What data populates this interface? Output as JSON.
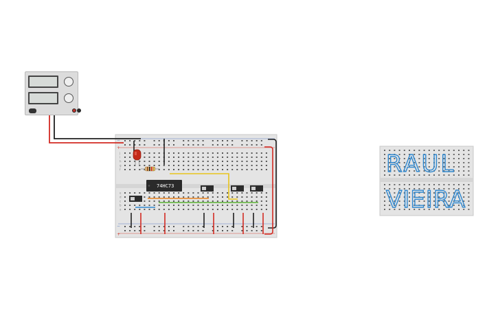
{
  "power_supply": {
    "name": "DC power supply",
    "knobs": [
      "voltage-knob",
      "current-knob"
    ],
    "terminals": [
      "positive-terminal",
      "negative-terminal"
    ],
    "colors": {
      "positive": "#c0322b",
      "negative": "#222222"
    }
  },
  "breadboard": {
    "chip_label": "74HC73",
    "row_letters_top": [
      "f",
      "g",
      "h",
      "i",
      "j"
    ],
    "row_letters_bottom": [
      "a",
      "b",
      "c",
      "d",
      "e"
    ],
    "rail_plus": "+",
    "rail_minus": "−",
    "led_color": "#c42a1a",
    "wire_colors": {
      "red": "#d22a22",
      "black": "#1e1e1e",
      "yellow": "#e8c31b",
      "orange": "#e8821f",
      "green": "#58b032",
      "blue": "#2f88d0"
    }
  },
  "name_board": {
    "line1": "RAUL",
    "line2": "VIEIRA",
    "wire_color": "#2f88d0"
  }
}
